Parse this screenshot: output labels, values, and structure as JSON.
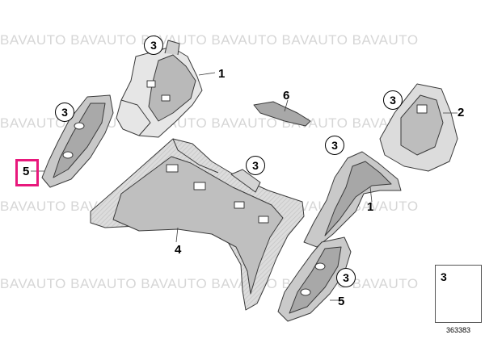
{
  "watermark": {
    "text": "BAVAUTO BAVAUTO BAVAUTO BAVAUTO BAVAUTO BAVAUTO"
  },
  "callouts": {
    "top_center": "3",
    "left_panel": "3",
    "center_tray": "3",
    "right_bracket": "3",
    "top_right": "3",
    "bottom_right_panel": "3"
  },
  "part_labels": {
    "p1_top": "1",
    "p1_mid": "1",
    "p2": "2",
    "p4": "4",
    "p5_left": "5",
    "p5_bottom": "5",
    "p6": "6"
  },
  "inset": {
    "number": "3"
  },
  "diagram_id": "363383",
  "colors": {
    "highlight": "#e8187c",
    "part_fill": "#e6e6e6",
    "part_shade": "#b8b8b8",
    "outline": "#3a3a3a"
  }
}
